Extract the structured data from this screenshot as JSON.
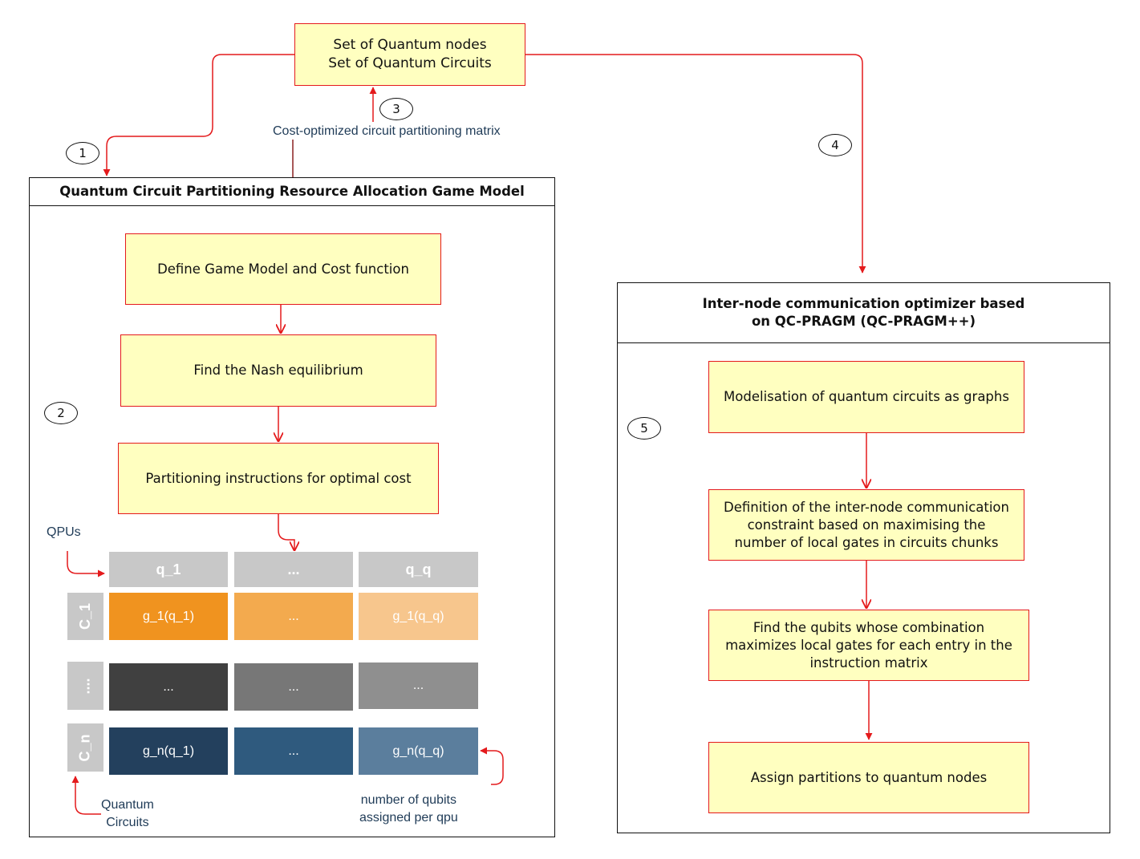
{
  "top_box": {
    "line1": "Set of Quantum nodes",
    "line2": "Set of Quantum Circuits"
  },
  "steps": [
    "1",
    "2",
    "3",
    "4",
    "5"
  ],
  "cost_matrix_label": "Cost-optimized circuit partitioning matrix",
  "left_panel": {
    "title": "Quantum Circuit Partitioning Resource Allocation Game Model",
    "boxes": [
      "Define Game Model and Cost function",
      "Find the Nash equilibrium",
      "Partitioning instructions for optimal cost"
    ],
    "qpus_label": "QPUs",
    "matrix": {
      "col_headers": [
        "q_1",
        "...",
        "q_q"
      ],
      "rows": [
        {
          "label": "C_1",
          "cells": [
            "g_1(q_1)",
            "...",
            "g_1(q_q)"
          ]
        },
        {
          "label": "....",
          "cells": [
            "...",
            "...",
            "..."
          ]
        },
        {
          "label": "C_n",
          "cells": [
            "g_n(q_1)",
            "...",
            "g_n(q_q)"
          ]
        }
      ]
    },
    "circuits_label": {
      "line1": "Quantum",
      "line2": "Circuits"
    },
    "qubits_label": {
      "line1": "number of qubits",
      "line2": "assigned per qpu"
    }
  },
  "right_panel": {
    "title_line1": "Inter-node communication optimizer based",
    "title_line2": "on QC-PRAGM (QC-PRAGM++)",
    "boxes": [
      {
        "lines": [
          "Modelisation of quantum circuits as graphs"
        ]
      },
      {
        "lines": [
          "Definition of the inter-node communication",
          "constraint based on maximising the",
          "number of local gates in circuits chunks"
        ]
      },
      {
        "lines": [
          "Find the qubits whose combination",
          "maximizes local gates for each entry in the",
          "instruction matrix"
        ]
      },
      {
        "lines": [
          "Assign partitions to quantum nodes"
        ]
      }
    ]
  },
  "colors": {
    "accent_red": "#e41a1c",
    "box_fill": "#ffffc0",
    "header_grey": "#c8c8c8",
    "row1": [
      "#f0931f",
      "#f3aa4e",
      "#f7c68d"
    ],
    "row2": [
      "#404040",
      "#777777",
      "#8f8f8f"
    ],
    "row3": [
      "#23405d",
      "#2f5a7e",
      "#5b7e9d"
    ]
  }
}
